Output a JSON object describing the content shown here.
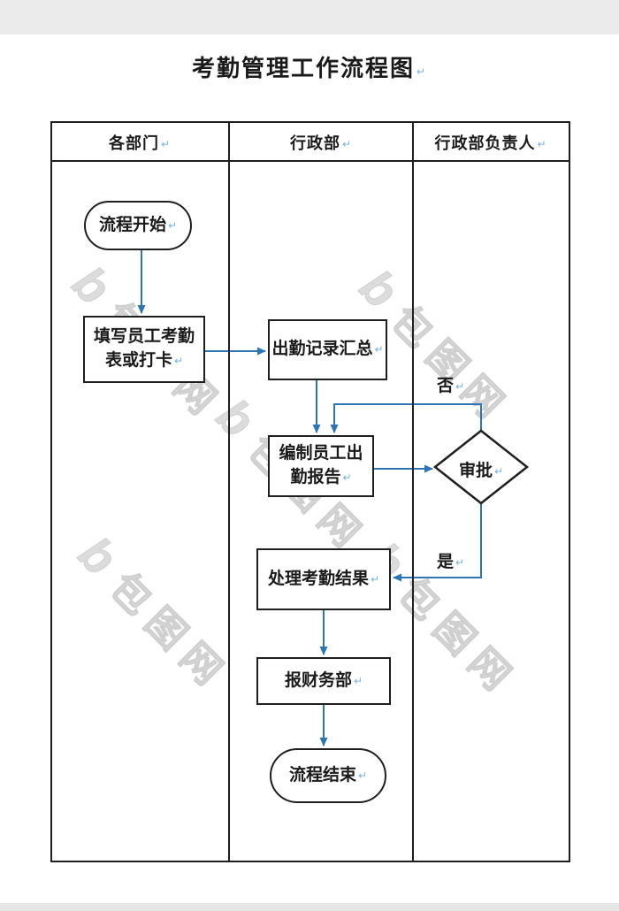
{
  "title": "考勤管理工作流程图",
  "pilcrow": "↵",
  "lanes": [
    {
      "label": "各部门"
    },
    {
      "label": "行政部"
    },
    {
      "label": "行政部负责人"
    }
  ],
  "nodes": {
    "start": "流程开始",
    "fill_attendance_l1": "填写员工考勤",
    "fill_attendance_l2": "表或打卡",
    "summary": "出勤记录汇总",
    "report_l1": "编制员工出",
    "report_l2": "勤报告",
    "approve": "审批",
    "process_result": "处理考勤结果",
    "report_finance": "报财务部",
    "end": "流程结束"
  },
  "edge_labels": {
    "no": "否",
    "yes": "是"
  },
  "watermark": {
    "logo": "b",
    "text": "包图网"
  },
  "colors": {
    "arrow": "#2e75b6",
    "border": "#1f1f1f",
    "watermark": "#dcdcdc",
    "pilcrow": "#74b2e2",
    "band": "#ebebeb"
  }
}
